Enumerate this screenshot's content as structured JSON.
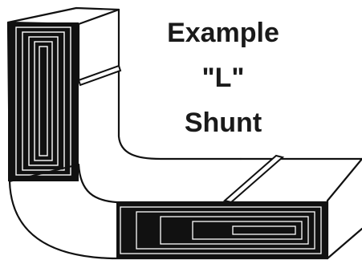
{
  "figure": {
    "caption_lines": [
      "Example",
      "\"L\"",
      "Shunt"
    ],
    "ink_color": "#111111",
    "paper_color": "#ffffff"
  }
}
